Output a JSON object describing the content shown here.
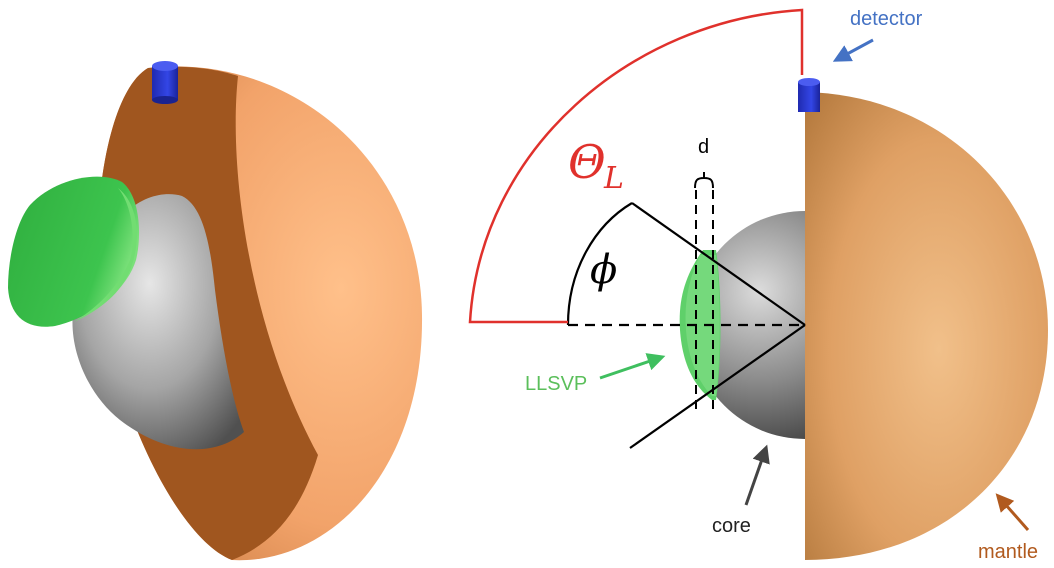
{
  "labels": {
    "detector": "detector",
    "llsvp": "LLSVP",
    "core": "core",
    "mantle": "mantle",
    "d": "d",
    "theta_main": "Θ",
    "theta_sub": "L",
    "phi": "ϕ"
  },
  "colors": {
    "mantle_outer": "#f2a36a",
    "mantle_cut": "#a0561f",
    "mantle_tan": "#e7b077",
    "core": "#9a9a9a",
    "llsvp": "#3dc44e",
    "llsvp_light": "#7fd870",
    "detector": "#2f3fd6",
    "theta_line": "#e0312c",
    "label_detector": "#4472c4",
    "label_llsvp": "#5bbf5b",
    "label_mantle": "#b15a1e"
  }
}
